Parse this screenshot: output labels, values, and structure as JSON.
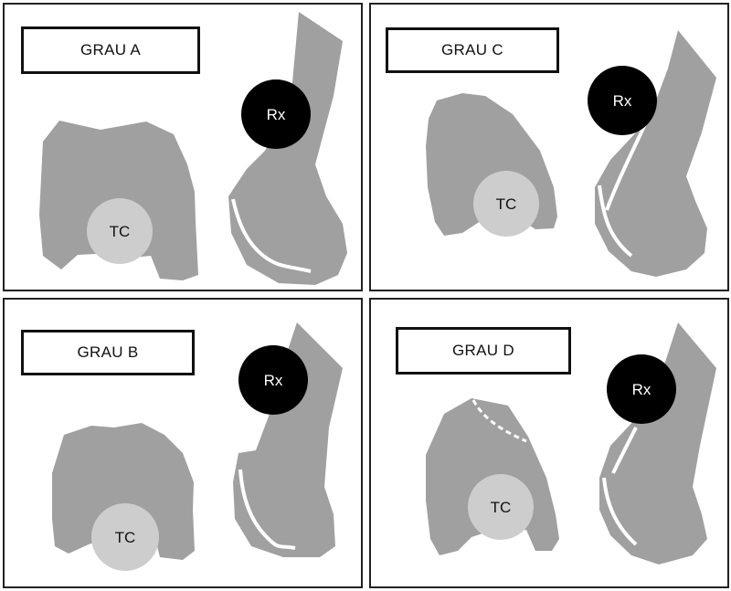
{
  "colors": {
    "bone": "#a0a0a0",
    "tc_circle": "#cdcdcd",
    "rx_circle": "#000000",
    "line": "#ffffff",
    "border": "#222222"
  },
  "panels": [
    {
      "id": "a",
      "title": "GRAU A",
      "tc": "TC",
      "rx": "Rx"
    },
    {
      "id": "c",
      "title": "GRAU C",
      "tc": "TC",
      "rx": "Rx"
    },
    {
      "id": "b",
      "title": "GRAU B",
      "tc": "TC",
      "rx": "Rx"
    },
    {
      "id": "d",
      "title": "GRAU D",
      "tc": "TC",
      "rx": "Rx"
    }
  ]
}
